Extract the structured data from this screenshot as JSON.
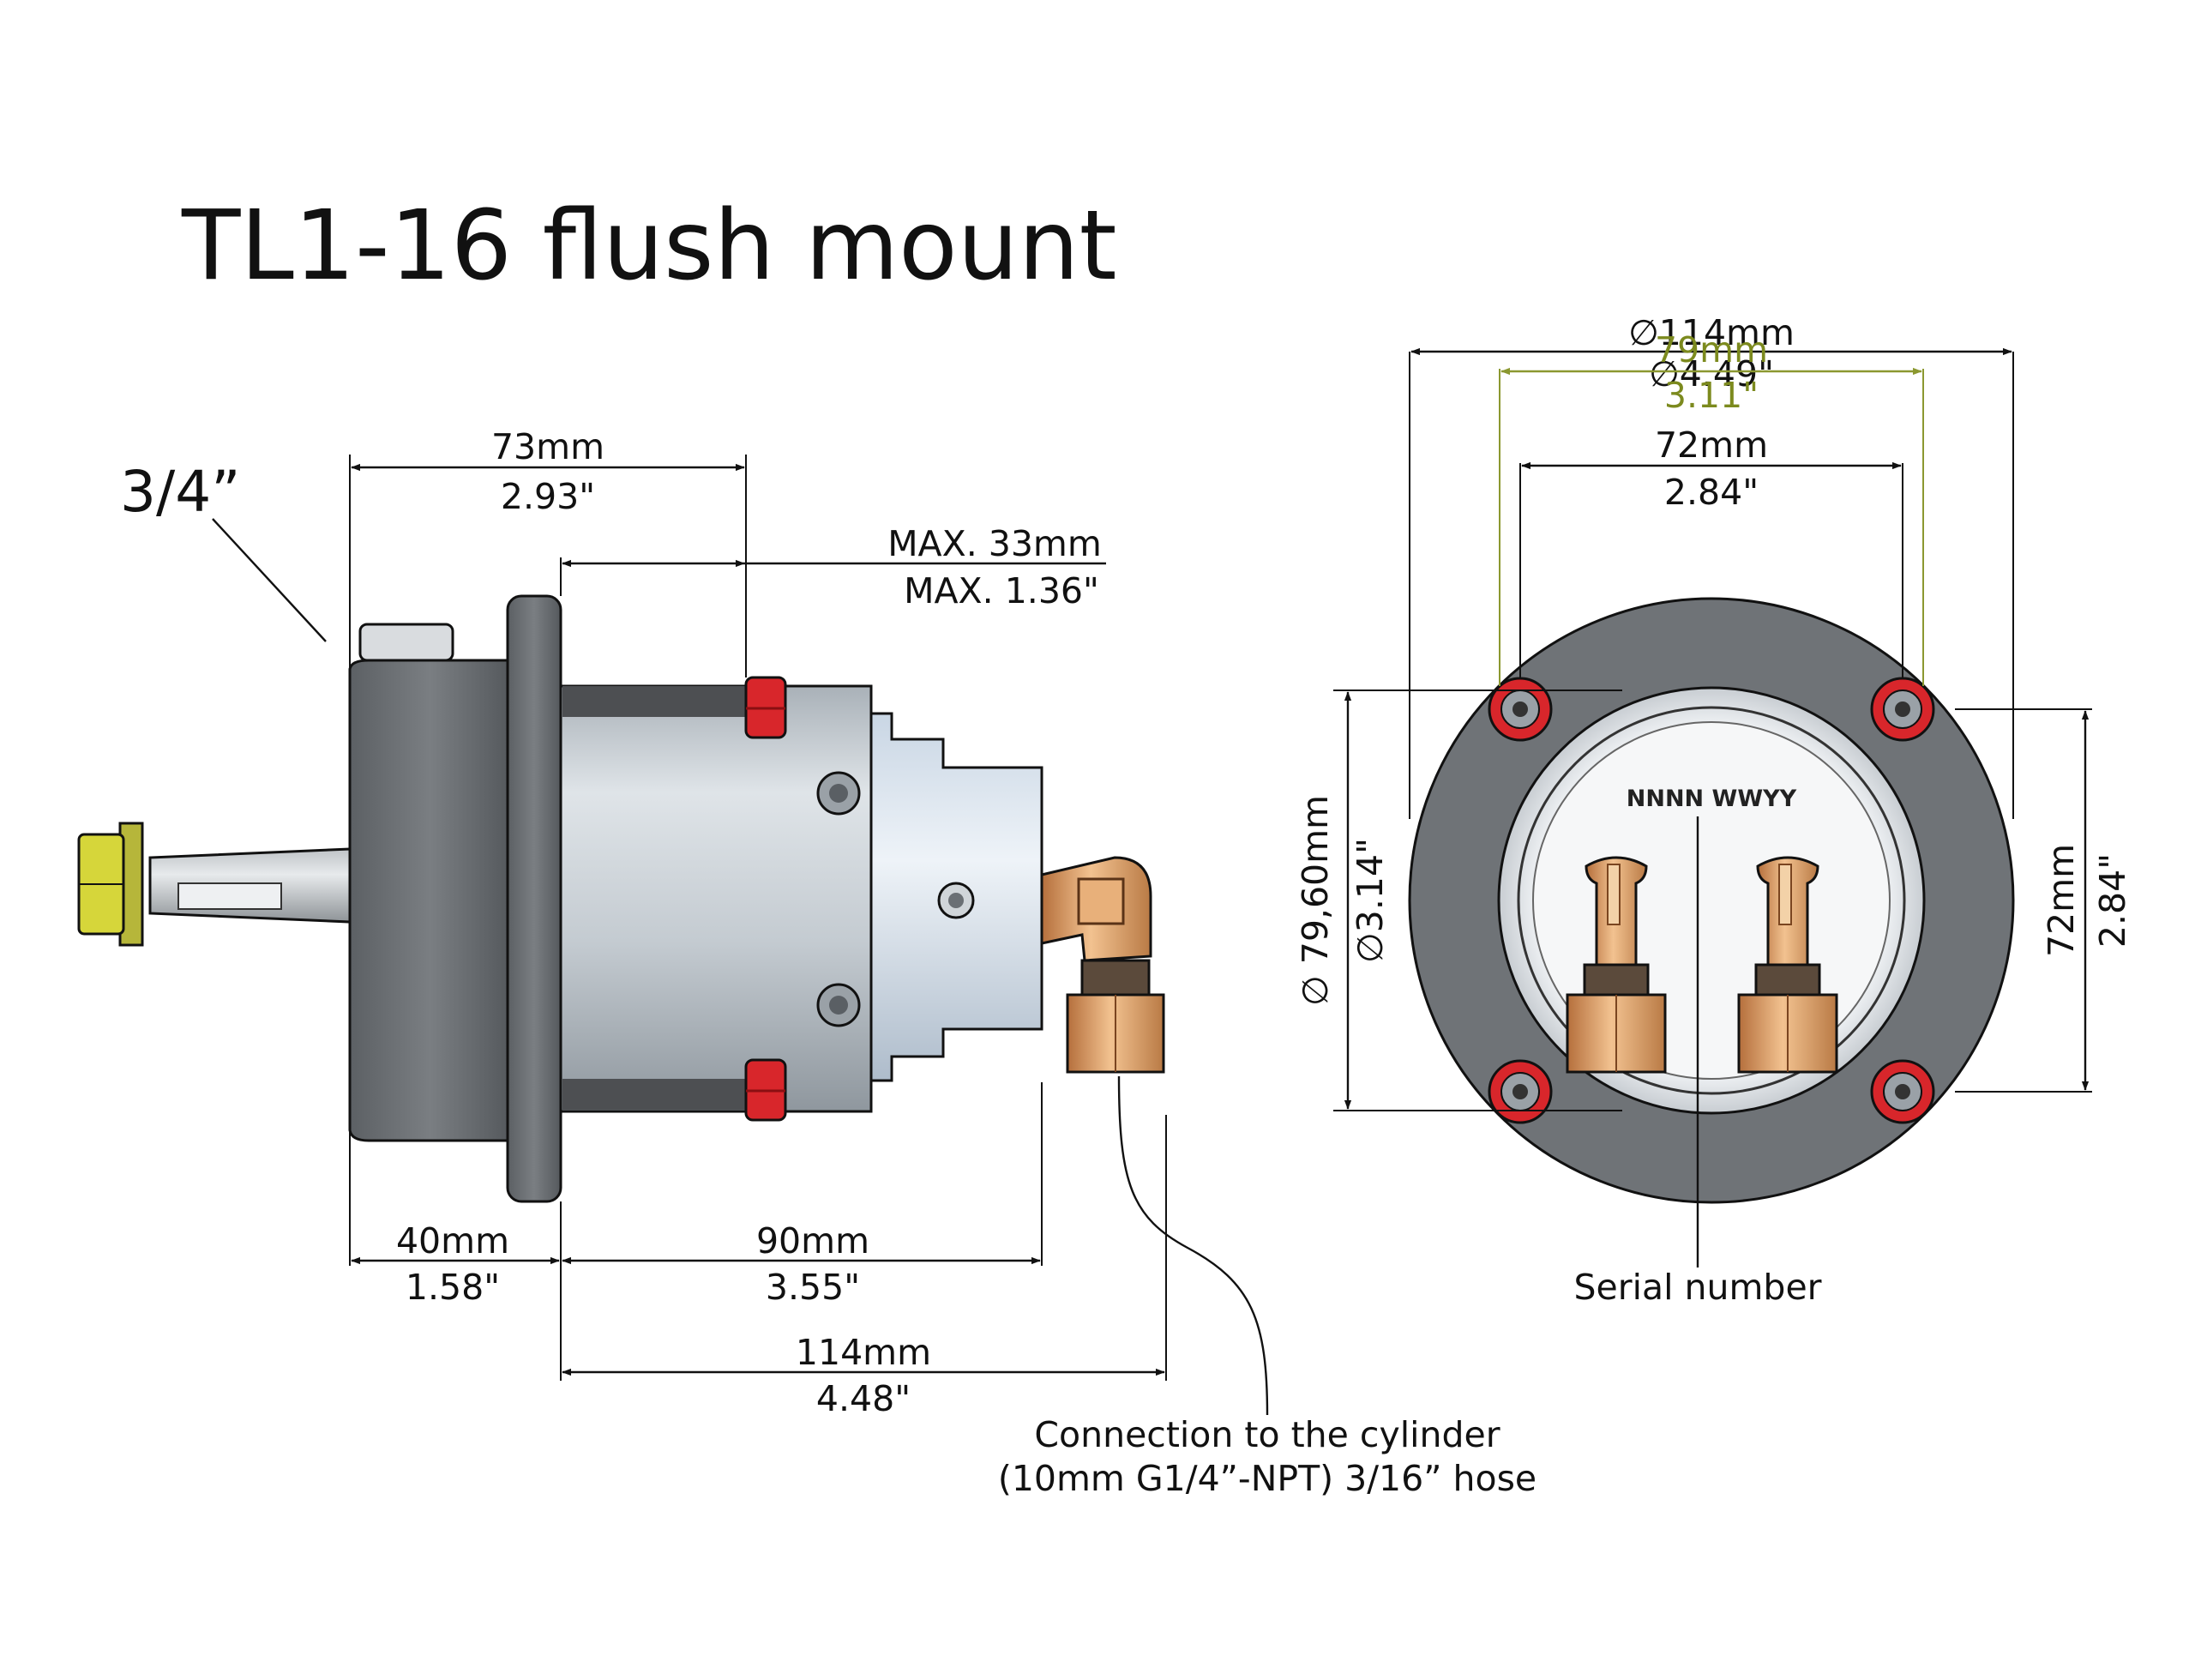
{
  "title": "TL1-16 flush mount",
  "shaft_size": "3/4”",
  "side_view": {
    "overall_length_mm": "73mm",
    "overall_length_in": "2.93\"",
    "max_mm": "MAX. 33mm",
    "max_in": "MAX. 1.36\"",
    "front_mm": "40mm",
    "front_in": "1.58\"",
    "body_mm": "90mm",
    "body_in": "3.55\"",
    "total_mm": "114mm",
    "total_in": "4.48\""
  },
  "connection_note": {
    "line1": "Connection to the cylinder",
    "line2": "(10mm G1/4”-NPT) 3/16” hose"
  },
  "rear_view": {
    "outer_diameter_mm": "∅114mm",
    "outer_diameter_in": "∅4.49\"",
    "pitch_diameter_mm": "79mm",
    "pitch_diameter_in": "3.11\"",
    "hole_spacing_h_mm": "72mm",
    "hole_spacing_h_in": "2.84\"",
    "cutout_diameter_mm": "∅ 79,60mm",
    "cutout_diameter_in": "∅3.14\"",
    "hole_spacing_v_mm": "72mm",
    "hole_spacing_v_in": "2.84\"",
    "serial_code": "NNNN WWYY",
    "serial_label": "Serial number"
  },
  "colors": {
    "line": "#111111",
    "olive_dimension": "#7c8a1e",
    "flange_gray": "#6f7377",
    "body_silver": "#c4cbd1",
    "nut_red": "#d8262b",
    "fitting_brass": "#d89a63",
    "shaft_nut_yellow": "#d6d63a"
  },
  "icons": {
    "diameter": "diameter-symbol-icon"
  }
}
